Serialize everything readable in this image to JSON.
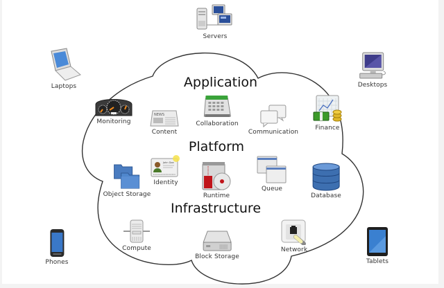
{
  "title": "Cloud computing diagram",
  "layers": {
    "application": "Application",
    "platform": "Platform",
    "infrastructure": "Infrastructure"
  },
  "clients": {
    "servers": "Servers",
    "laptops": "Laptops",
    "desktops": "Desktops",
    "phones": "Phones",
    "tablets": "Tablets"
  },
  "application_services": {
    "monitoring": "Monitoring",
    "content": "Content",
    "collaboration": "Collaboration",
    "communication": "Communication",
    "finance": "Finance"
  },
  "platform_services": {
    "object_storage": "Object Storage",
    "identity": "Identity",
    "runtime": "Runtime",
    "queue": "Queue",
    "database": "Database"
  },
  "infrastructure_services": {
    "compute": "Compute",
    "block_storage": "Block Storage",
    "network": "Network"
  },
  "icon_text": {
    "news": "NEWS",
    "id_name": "John Doe"
  },
  "colors": {
    "cloud_stroke": "#333333",
    "folder_blue": "#4a7cc0",
    "database_blue": "#3d6fb0",
    "calendar_green": "#3aa33a",
    "money_green": "#3c9a2a",
    "coin_gold": "#e0b828",
    "runtime_red": "#c0141a"
  }
}
